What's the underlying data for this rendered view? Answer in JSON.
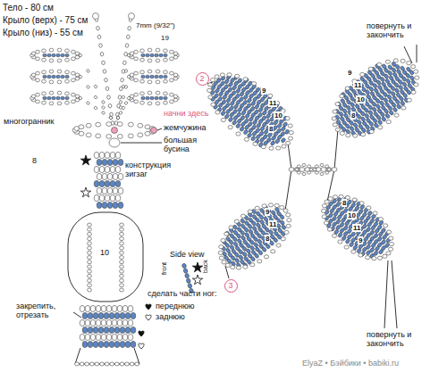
{
  "diagram": {
    "nodes": [
      {
        "text": [
          "2"
        ]
      },
      {
        "text": [
          "3"
        ]
      }
    ],
    "labels": [
      "Тело - 80 см",
      "Крыло (верх) - 75 см",
      "Крыло (низ) - 55 см",
      "7mm (9/32\")",
      "19",
      "многогранник",
      "начни здесь",
      "жемчужина",
      "большая бусина",
      "8",
      "конструкция зигзаг",
      "10",
      "Side view",
      "front",
      "back",
      "сделать части ног:",
      "переднюю",
      "заднюю",
      "закрепить, отрезать",
      "повернуть и закончить",
      "повернуть и закончить",
      "ElyaZ • Бэйбики • babiki.ru",
      "9",
      "11",
      "10",
      "8",
      "9",
      "11",
      "10",
      "8",
      "9",
      "11",
      "8",
      "8",
      "10",
      "11",
      "9"
    ]
  }
}
